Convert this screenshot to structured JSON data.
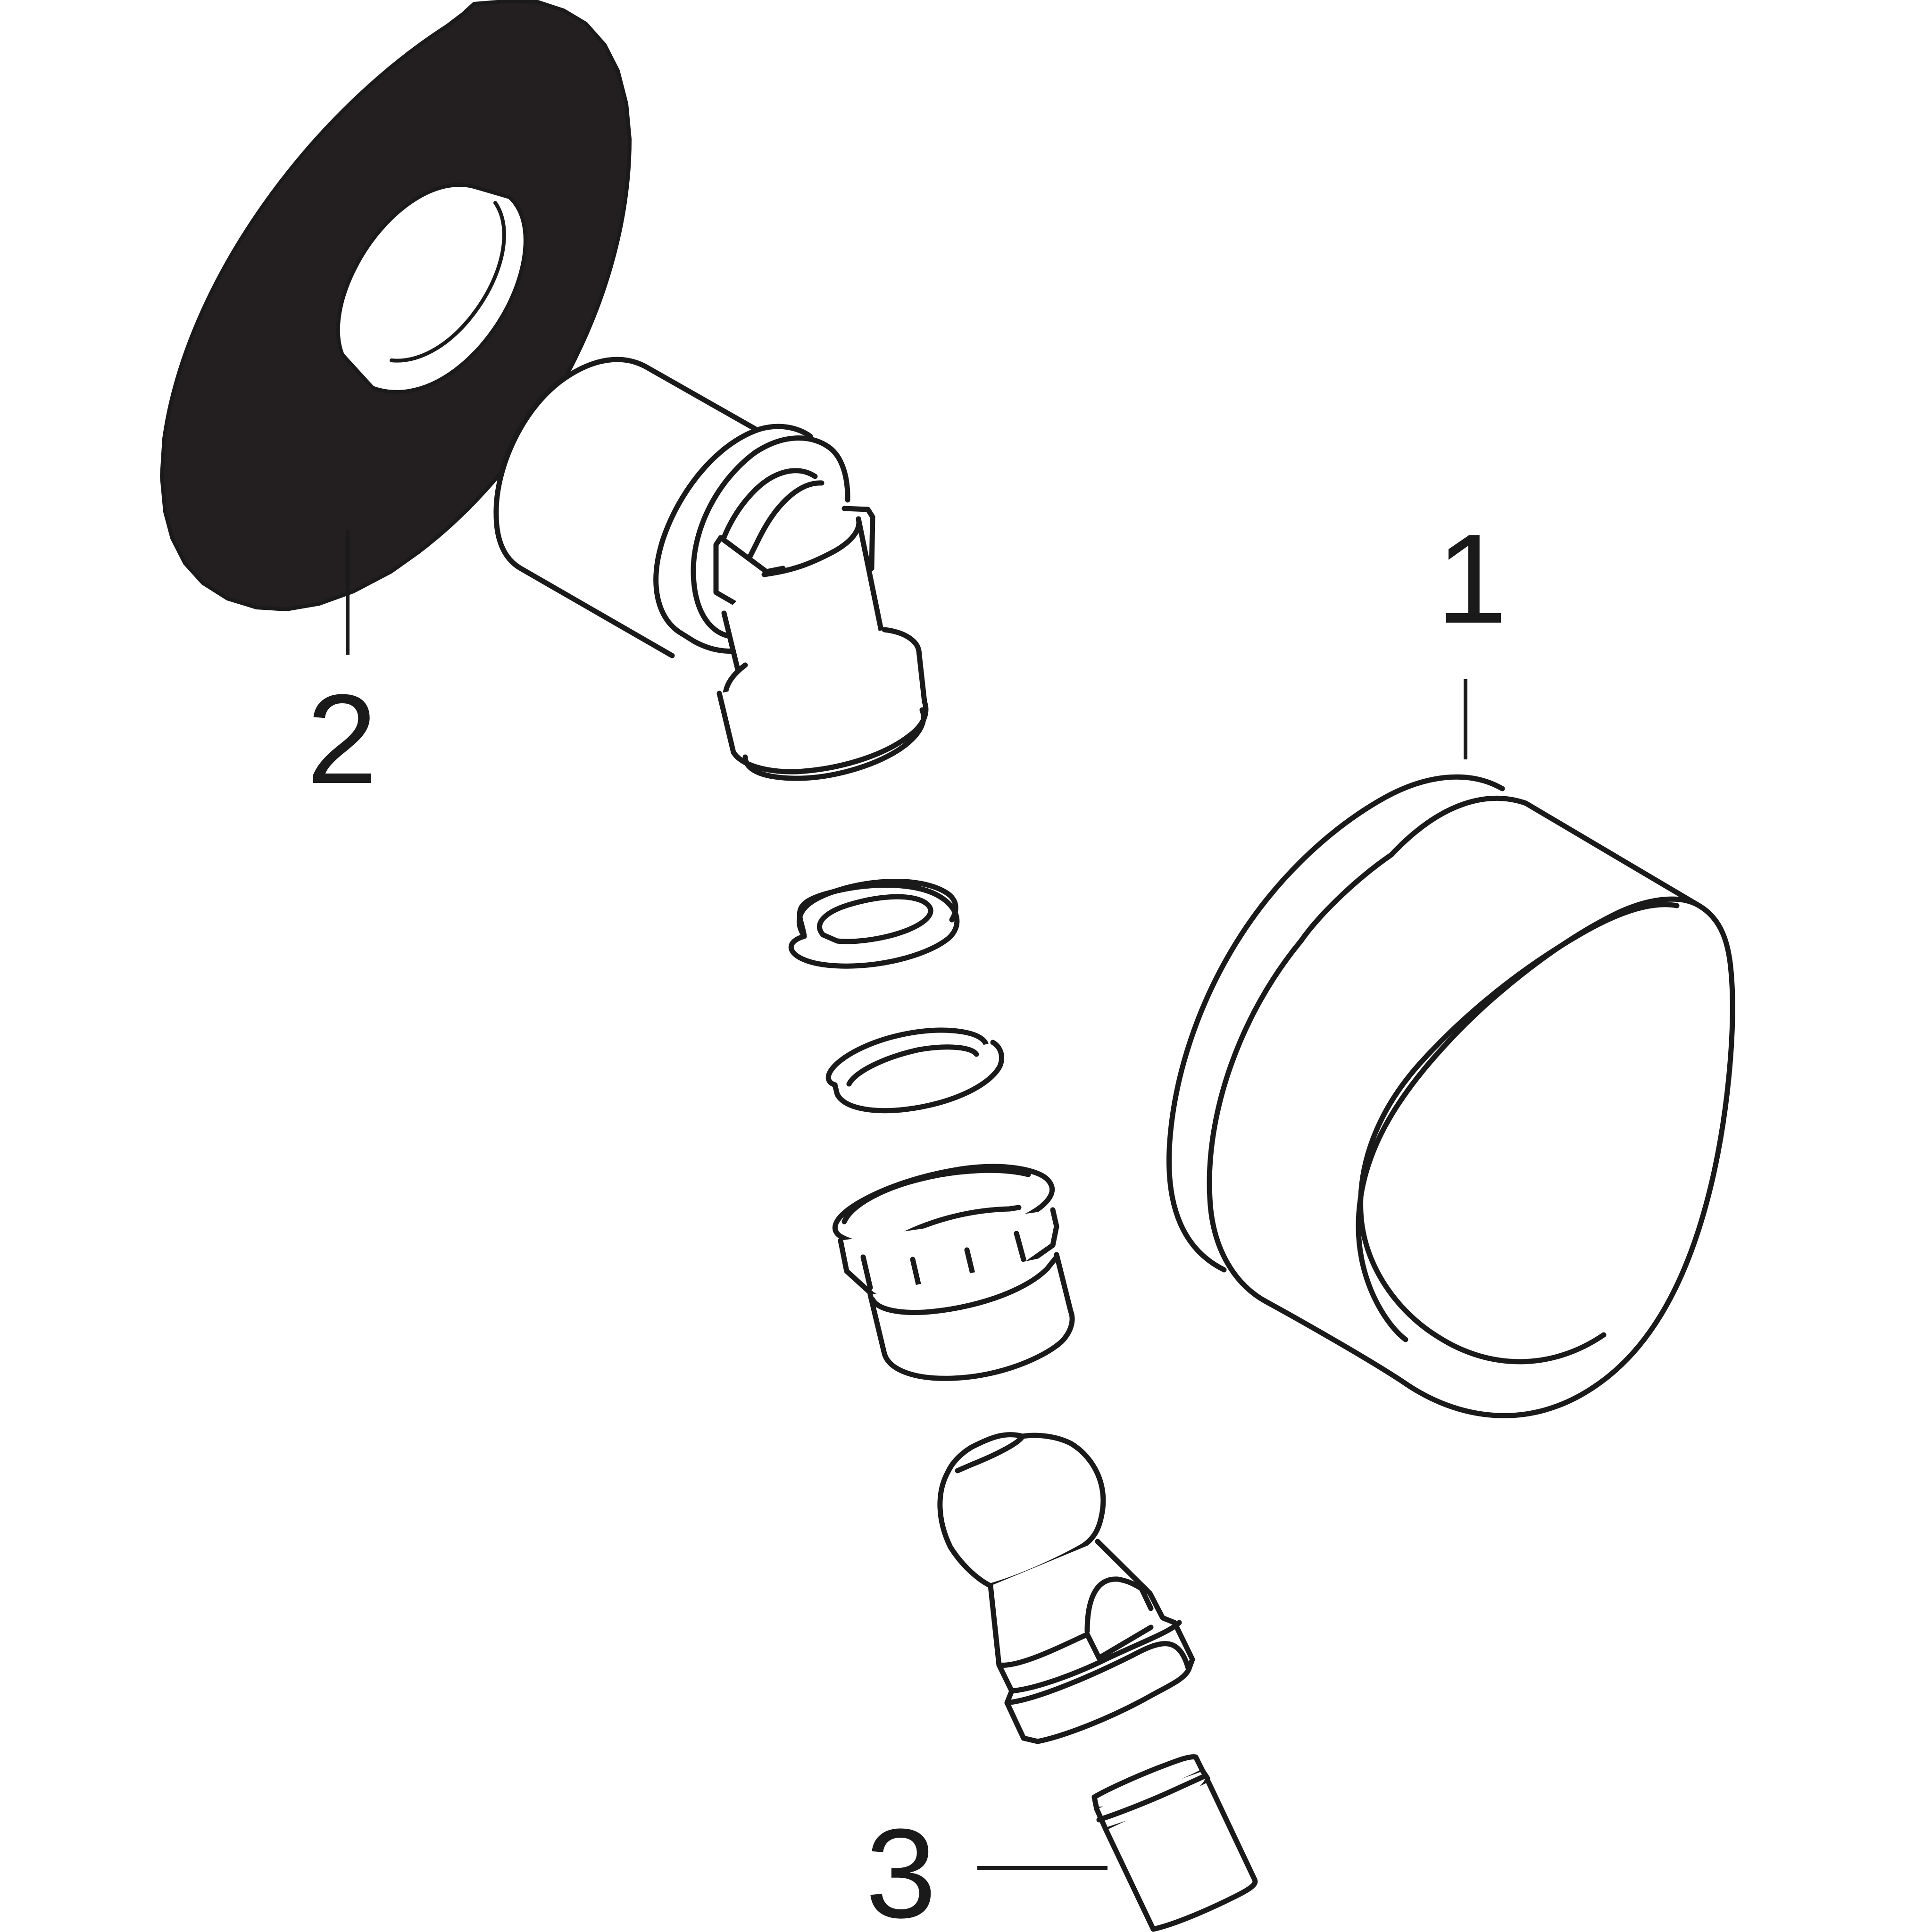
{
  "colors": {
    "line": "#1a1a1a",
    "background": "#ffffff",
    "rosette_fill": "#231f20"
  },
  "callouts": [
    {
      "id": "1",
      "label": "1",
      "part": "cover-cap"
    },
    {
      "id": "2",
      "label": "2",
      "part": "wall-rosette"
    },
    {
      "id": "3",
      "label": "3",
      "part": "threaded-nipple"
    }
  ]
}
